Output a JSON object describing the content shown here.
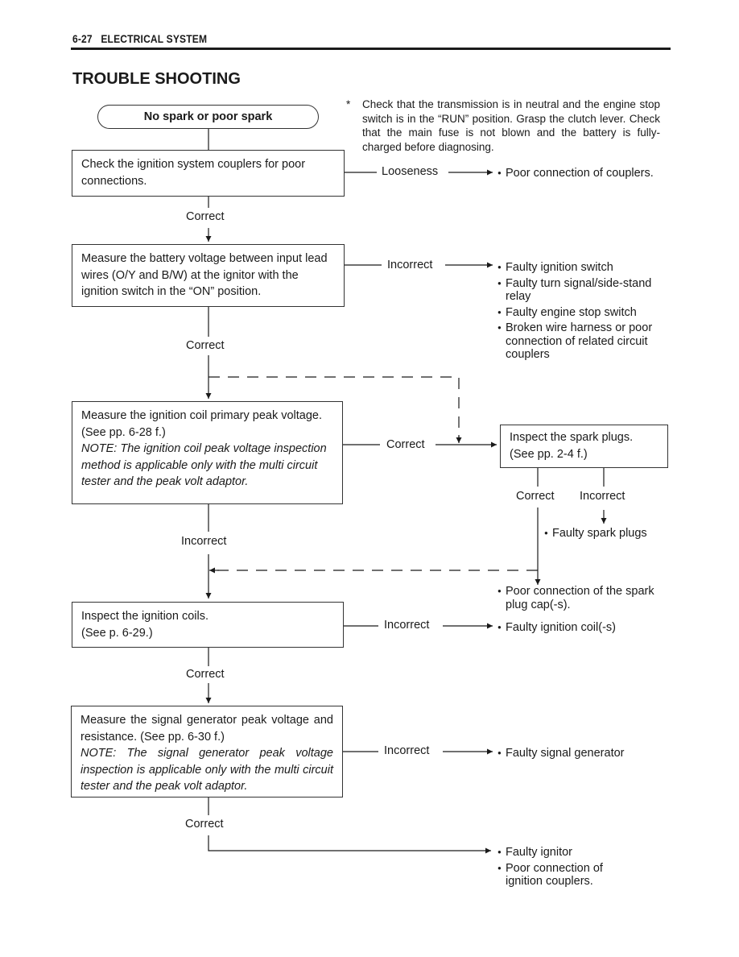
{
  "header": {
    "page_number": "6-27",
    "section": "ELECTRICAL SYSTEM"
  },
  "page_title": "TROUBLE SHOOTING",
  "start_node": "No spark or poor spark",
  "precheck_note": {
    "symbol": "*",
    "text": "Check that the transmission is in neutral and the engine stop switch is in the “RUN” position. Grasp the clutch lever. Check that the main fuse is not blown and the battery is fully-charged before diagnosing."
  },
  "steps": {
    "couplers": "Check the ignition system couplers for poor connections.",
    "battery_voltage": "Measure the battery voltage between input lead wires (O/Y and B/W) at the ignitor with the ignition switch in the “ON” position.",
    "coil_primary": "Measure the ignition coil primary peak voltage. (See pp. 6-28 f.)",
    "coil_primary_note": "NOTE: The ignition coil peak voltage inspection method is applicable only with the multi circuit tester and the peak volt adaptor.",
    "spark_plugs_line1": "Inspect the spark plugs.",
    "spark_plugs_line2": "(See pp. 2-4 f.)",
    "coils_line1": "Inspect the ignition coils.",
    "coils_line2": "(See p. 6-29.)",
    "signal_generator": "Measure the signal generator peak voltage and resistance. (See pp. 6-30 f.)",
    "signal_generator_note": "NOTE: The signal generator peak voltage inspection is applicable only with the multi circuit tester and the peak volt adaptor."
  },
  "labels": {
    "looseness": "Looseness",
    "correct": "Correct",
    "incorrect": "Incorrect"
  },
  "results": {
    "couplers": [
      "Poor connection of couplers."
    ],
    "battery": [
      "Faulty ignition switch",
      "Faulty turn signal/side-stand relay",
      "Faulty engine stop switch",
      "Broken wire harness or poor connection of related circuit couplers"
    ],
    "spark_plugs": [
      "Faulty spark plugs"
    ],
    "plug_cap": [
      "Poor connection of the spark plug cap(-s)."
    ],
    "coils": [
      "Faulty ignition coil(-s)"
    ],
    "signal_generator": [
      "Faulty signal generator"
    ],
    "final": [
      "Faulty ignitor",
      "Poor connection of ignition couplers."
    ]
  }
}
